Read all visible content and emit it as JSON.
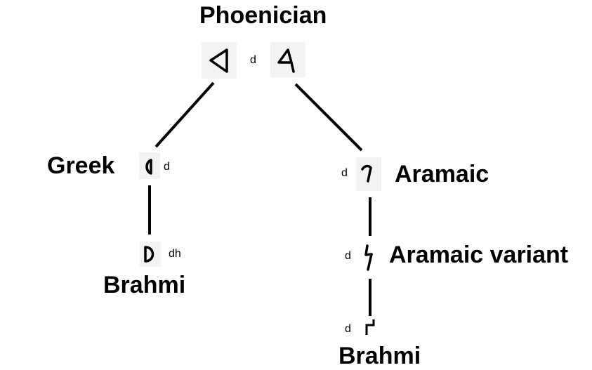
{
  "nodes": {
    "phoenician": {
      "label": "Phoenician",
      "sound": "d"
    },
    "greek": {
      "label": "Greek",
      "sound": "d"
    },
    "aramaic": {
      "label": "Aramaic",
      "sound": "d"
    },
    "brahmi_left": {
      "label": "Brahmi",
      "sound": "dh"
    },
    "aramaic_variant": {
      "label": "Aramaic variant",
      "sound": "d"
    },
    "brahmi_right": {
      "label": "Brahmi",
      "sound": "d"
    }
  },
  "glyph_icons": {
    "phoenician_1": "left-pointing-triangle-glyph-icon",
    "phoenician_2": "phoenician-dalet-glyph-icon",
    "greek": "greek-delta-glyph-icon",
    "aramaic": "aramaic-dalet-glyph-icon",
    "brahmi_left": "brahmi-dha-glyph-icon",
    "aramaic_variant": "aramaic-variant-dalet-glyph-icon",
    "brahmi_right": "brahmi-da-glyph-icon"
  },
  "colors": {
    "line": "#000000",
    "glyph_background": "#f3f3f3"
  }
}
